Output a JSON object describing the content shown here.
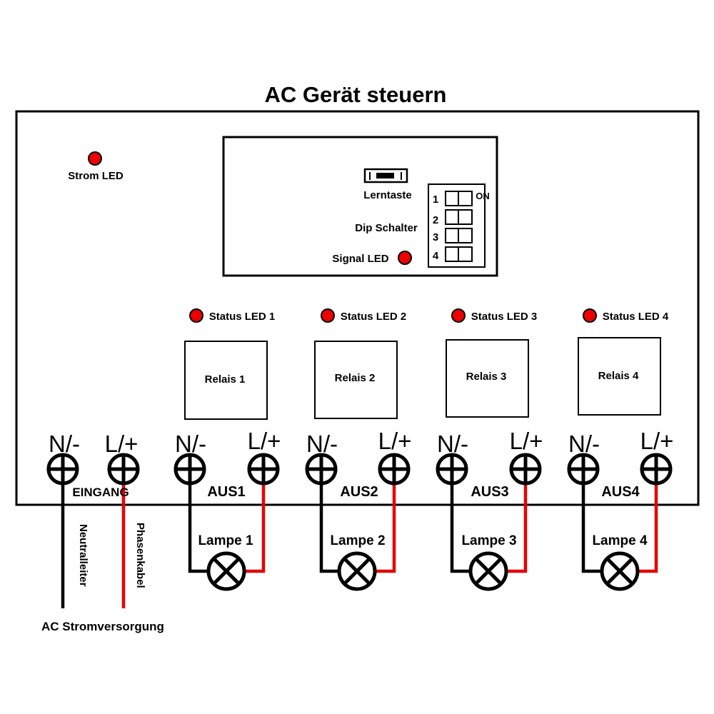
{
  "title": "AC Gerät steuern",
  "power_led_label": "Strom LED",
  "learn_button_label": "Lerntaste",
  "dip_label": "Dip Schalter",
  "dip_on_label": "ON",
  "dip_numbers": [
    "1",
    "2",
    "3",
    "4"
  ],
  "signal_led_label": "Signal LED",
  "status_leds": [
    "Status LED 1",
    "Status LED 2",
    "Status LED 3",
    "Status LED 4"
  ],
  "relays": [
    "Relais 1",
    "Relais 2",
    "Relais 3",
    "Relais 4"
  ],
  "terminal_neutral": "N/-",
  "terminal_live": "L/+",
  "input_label": "EINGANG",
  "outputs": [
    "AUS1",
    "AUS2",
    "AUS3",
    "AUS4"
  ],
  "lamps": [
    "Lampe 1",
    "Lampe 2",
    "Lampe 3",
    "Lampe 4"
  ],
  "neutral_wire_label": "Neutralleiter",
  "phase_wire_label": "Phasenkabel",
  "supply_label": "AC Stromversorgung",
  "colors": {
    "led": "#ee0000",
    "phase_wire": "#e60000",
    "neutral_wire": "#000000"
  }
}
